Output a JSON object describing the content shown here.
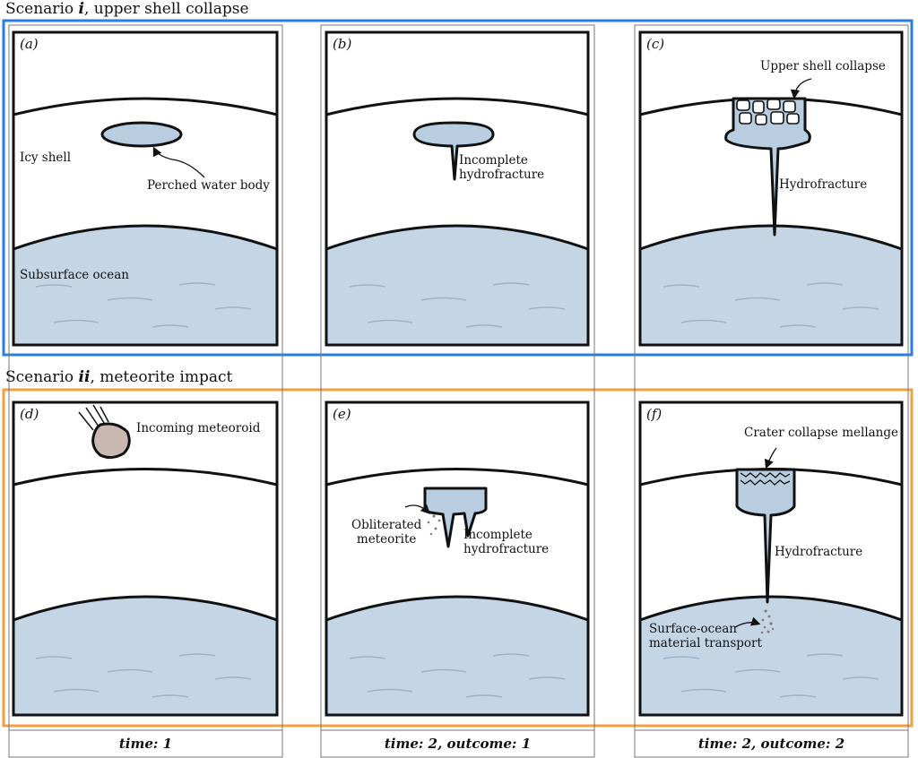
{
  "scenario_i": {
    "prefix": "Scenario ",
    "numeral": "i",
    "suffix": ", upper shell collapse",
    "color": "#2a7de1"
  },
  "scenario_ii": {
    "prefix": "Scenario ",
    "numeral": "ii",
    "suffix": ", meteorite impact",
    "color": "#f0a040"
  },
  "panels": {
    "a": {
      "tag": "(a)",
      "icy_shell": "Icy shell",
      "perched_water": "Perched water body",
      "subsurface_ocean": "Subsurface ocean"
    },
    "b": {
      "tag": "(b)",
      "incomplete_line1": "Incomplete",
      "incomplete_line2": "hydrofracture"
    },
    "c": {
      "tag": "(c)",
      "upper_shell_collapse": "Upper shell collapse",
      "hydrofracture": "Hydrofracture"
    },
    "d": {
      "tag": "(d)",
      "incoming_meteoroid": "Incoming meteoroid"
    },
    "e": {
      "tag": "(e)",
      "obliterated_line1": "Obliterated",
      "obliterated_line2": "meteorite",
      "incomplete_line1": "Incomplete",
      "incomplete_line2": "hydrofracture"
    },
    "f": {
      "tag": "(f)",
      "crater_collapse": "Crater collapse mellange",
      "hydrofracture": "Hydrofracture",
      "transport_line1": "Surface-ocean",
      "transport_line2": "material transport"
    }
  },
  "time_labels": [
    "time: 1",
    "time: 2, outcome: 1",
    "time: 2, outcome: 2"
  ],
  "colors": {
    "ocean": "#c4d6e6",
    "water": "#b8cde0",
    "frame": "#111111",
    "meteoroid": "#c9b8b2",
    "debris": "#8a7a76"
  }
}
